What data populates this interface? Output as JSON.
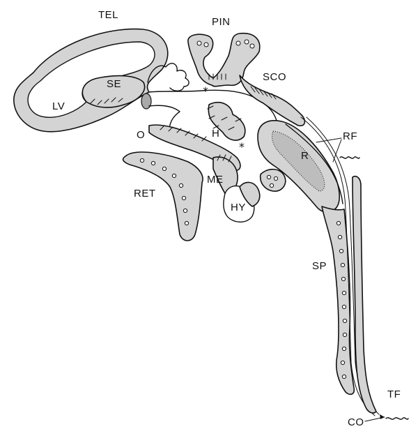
{
  "labels": {
    "tel": "TEL",
    "pin": "PIN",
    "se": "SE",
    "lv": "LV",
    "sco": "SCO",
    "o": "O",
    "h": "H",
    "rf": "RF",
    "r": "R",
    "ret": "RET",
    "me": "ME",
    "hy": "HY",
    "sp": "SP",
    "tf": "TF",
    "co": "CO"
  },
  "colors": {
    "tissue_fill": "#d4d4d4",
    "outline": "#111111",
    "background": "#ffffff"
  }
}
